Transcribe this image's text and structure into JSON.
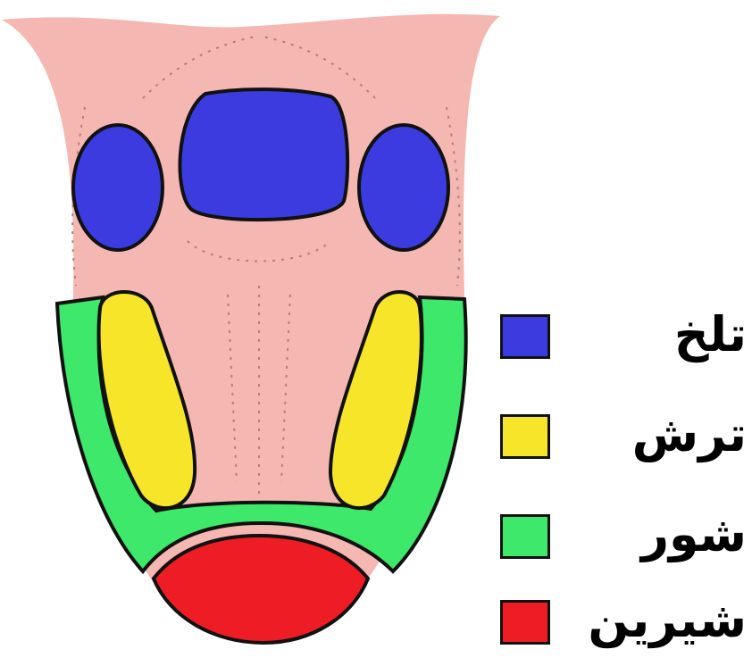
{
  "diagram": {
    "colors": {
      "tongue": "#f5b7b1",
      "bitter": "#3b3bdf",
      "sour": "#f7e52a",
      "salty": "#3ee86a",
      "sweet": "#ee1c24",
      "outline": "#111111"
    },
    "legend": [
      {
        "key": "bitter",
        "label": "تلخ",
        "color": "#3b3bdf"
      },
      {
        "key": "sour",
        "label": "ترش",
        "color": "#f7e52a"
      },
      {
        "key": "salty",
        "label": "شور",
        "color": "#3ee86a"
      },
      {
        "key": "sweet",
        "label": "شیرین",
        "color": "#ee1c24"
      }
    ]
  }
}
